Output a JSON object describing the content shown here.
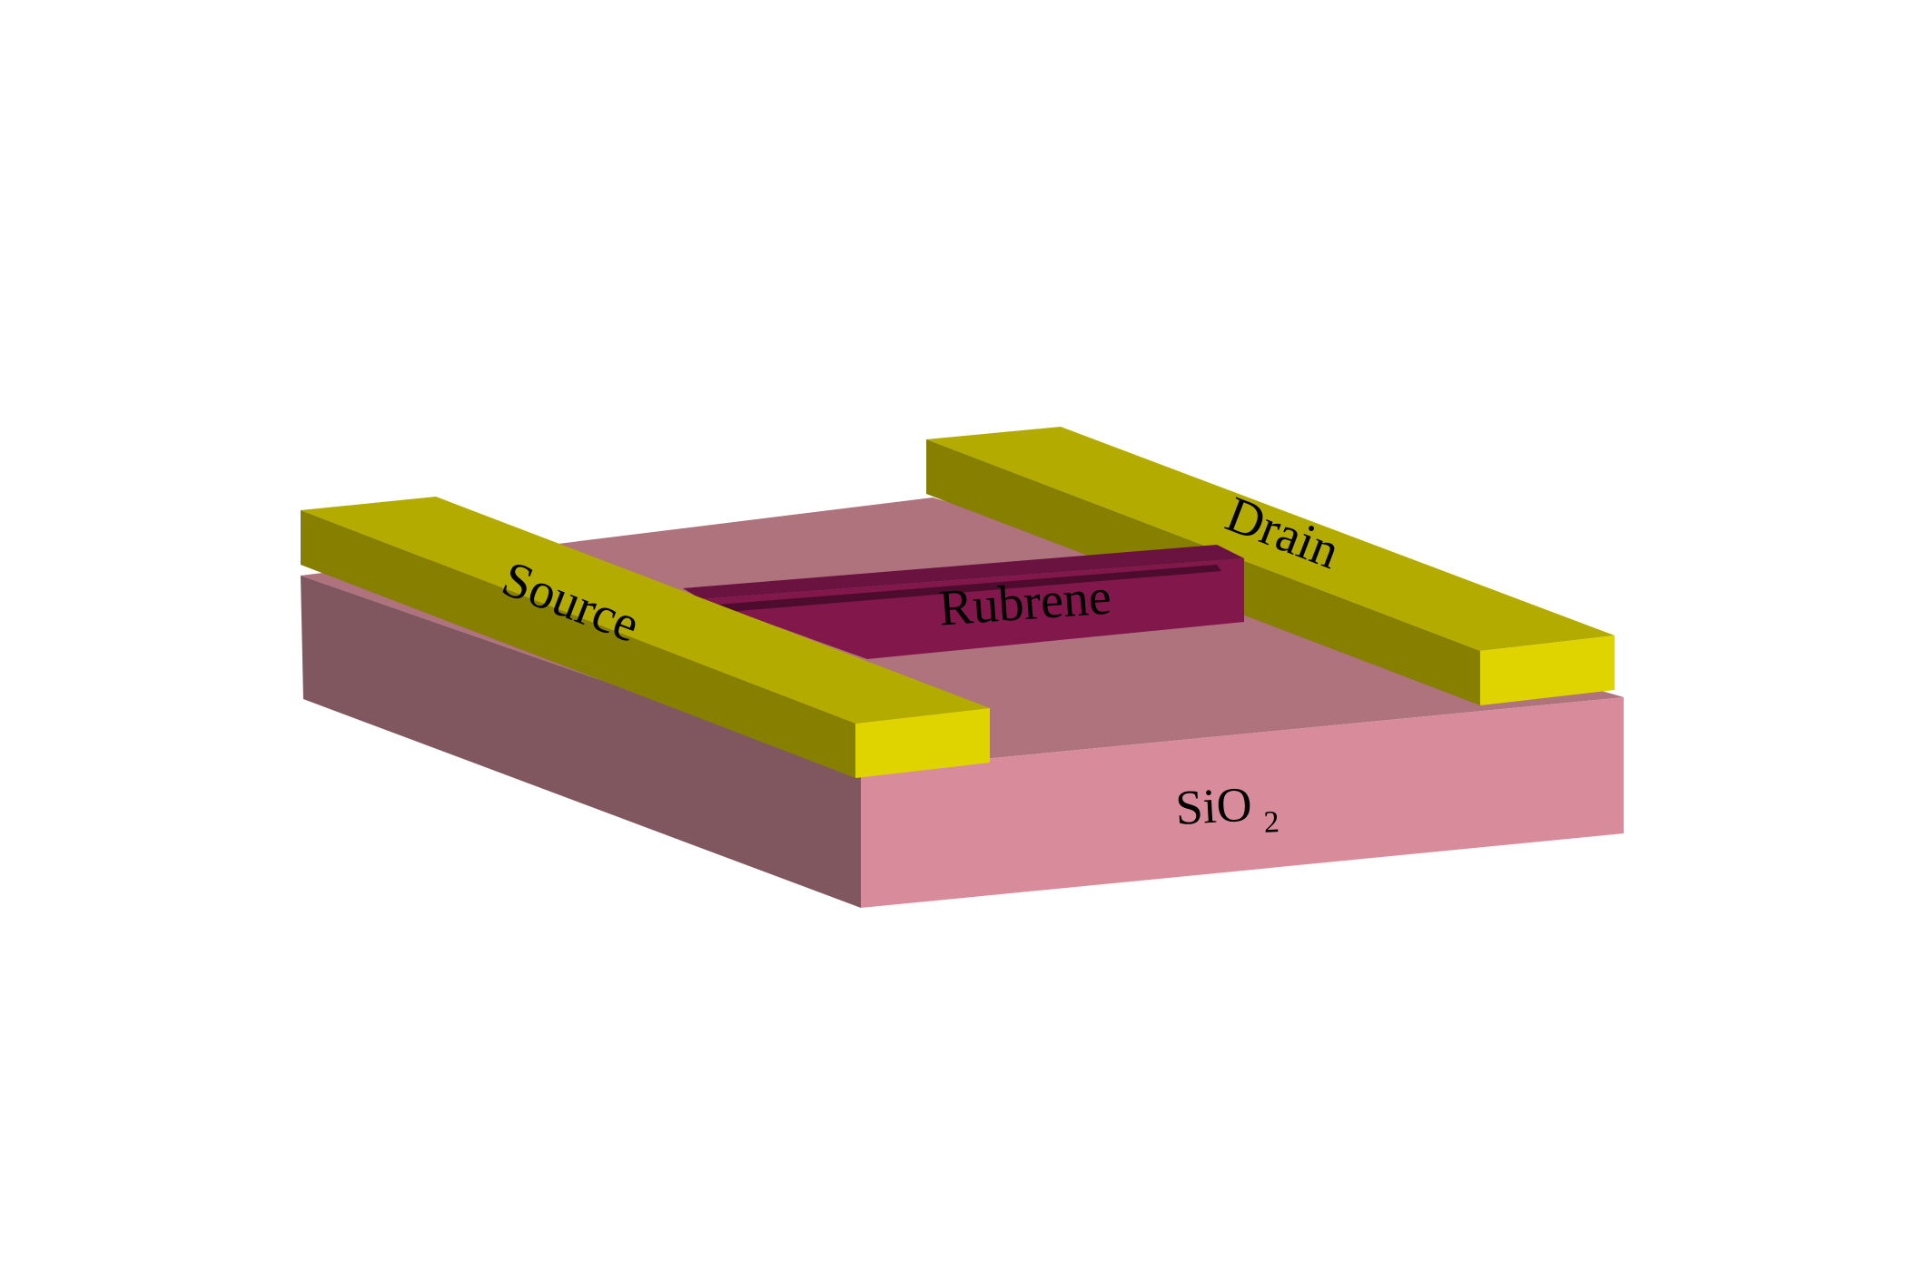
{
  "labels": {
    "source": "Source",
    "drain": "Drain",
    "channel": "Rubrene",
    "substrate_base": "SiO",
    "substrate_subscript": "2"
  },
  "colors": {
    "background": "#ffffff",
    "substrate_top": "#ae737d",
    "substrate_left": "#80565f",
    "substrate_front": "#d88c9b",
    "electrode_top": "#b3ab00",
    "electrode_side": "#867f00",
    "electrode_end": "#e0d400",
    "channel_top": "#6a1240",
    "channel_front": "#82174c",
    "channel_stripe": "#4d0b2d"
  }
}
